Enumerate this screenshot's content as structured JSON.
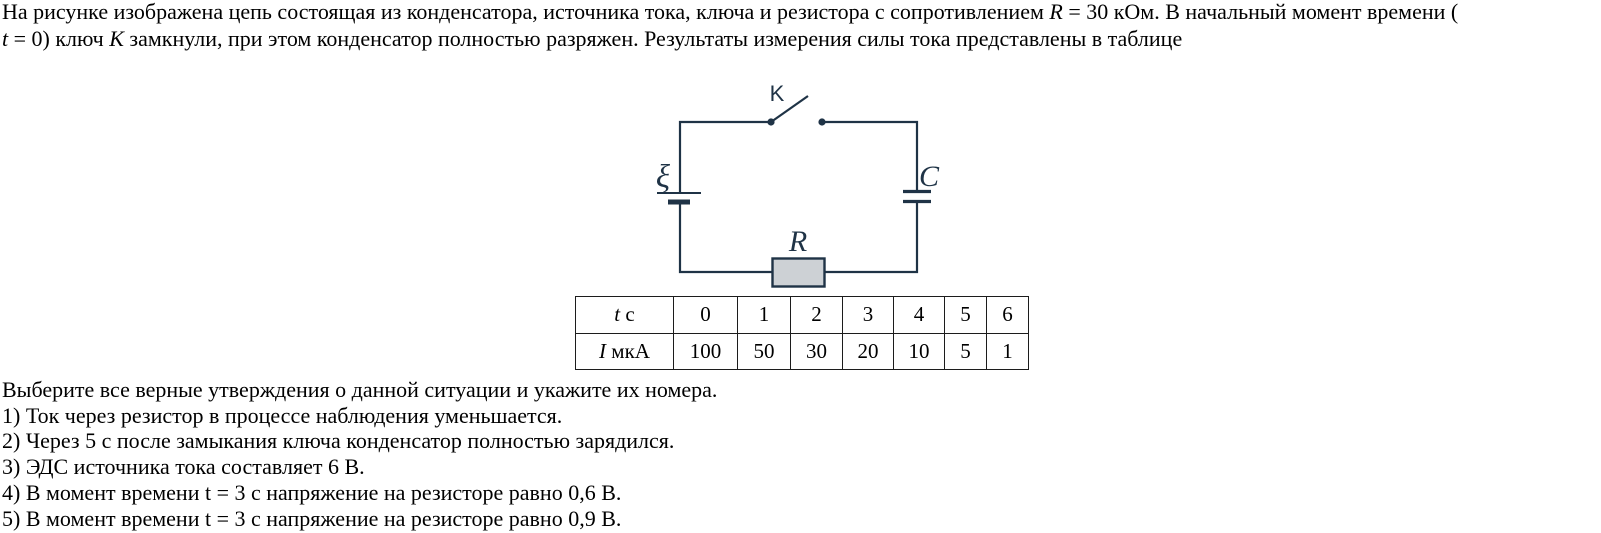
{
  "page": {
    "background": "#ffffff",
    "text_color": "#000000"
  },
  "intro": {
    "line1_a": "На рисунке изображена цепь состоящая из конденсатора, источника тока, ключа и резистора с сопротивлением ",
    "math_R": "R",
    "line1_b": " = 30 кОм. В начальный момент времени (",
    "math_t": "t",
    "line2_a": " = 0) ключ ",
    "math_K": "K",
    "line2_b": " замкнули, при этом конденсатор полностью разряжен. Результаты измерения силы тока представлены в таблице"
  },
  "circuit": {
    "stroke_color": "#1f3346",
    "resistor_fill": "#cdd1d5",
    "switch_label": "K",
    "emf_label": "ξ",
    "capacitor_label": "C",
    "resistor_label": "R"
  },
  "measurements_table": {
    "row1_symbol": "t",
    "row1_unit": " с",
    "row2_symbol": "I",
    "row2_unit": " мкА",
    "time_values": [
      "0",
      "1",
      "2",
      "3",
      "4",
      "5",
      "6"
    ],
    "current_values": [
      "100",
      "50",
      "30",
      "20",
      "10",
      "5",
      "1"
    ]
  },
  "question": {
    "prompt": "Выберите все верные утверждения о данной ситуации и укажите их номера.",
    "statements": [
      "1) Ток через резистор в процессе наблюдения уменьшается.",
      "2) Через 5 с после замыкания ключа конденсатор полностью зарядился.",
      "3) ЭДС источника тока составляет 6 В.",
      "4) В момент времени t = 3 с напряжение на резисторе равно 0,6 В.",
      "5) В момент времени t = 3 с напряжение на резисторе равно 0,9 В."
    ]
  }
}
